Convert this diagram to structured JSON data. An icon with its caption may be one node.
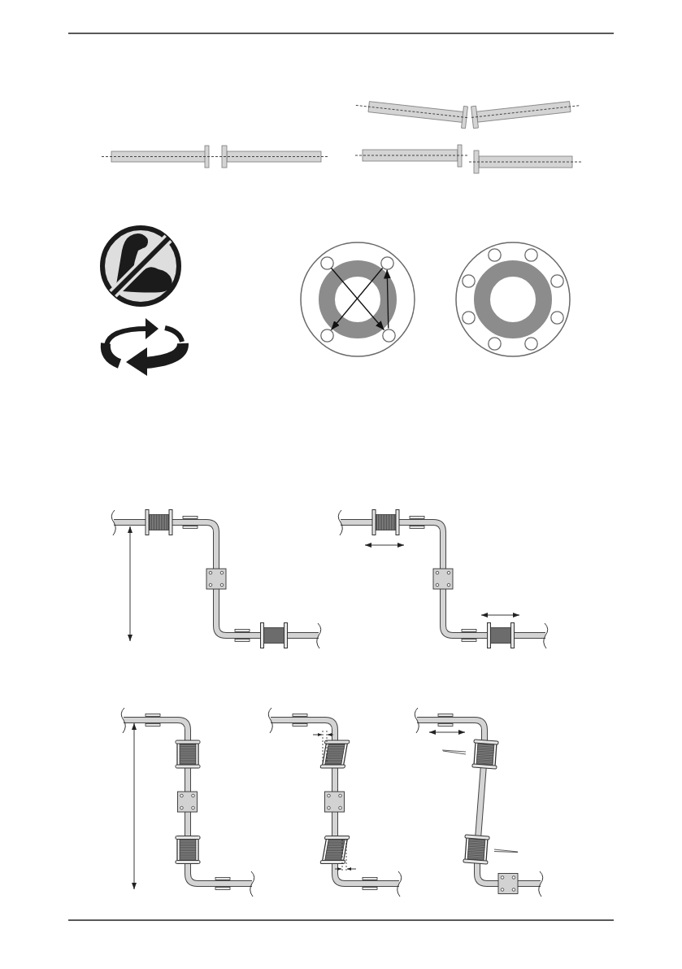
{
  "diagram": {
    "nodes": [
      {
        "text": [],
        "shape": "circle"
      },
      {
        "text": [],
        "shape": "circle"
      },
      {
        "text": [],
        "shape": "circle"
      },
      {
        "text": [],
        "shape": "circle"
      },
      {
        "text": [],
        "shape": "circle"
      },
      {
        "text": [],
        "shape": "circle"
      },
      {
        "text": [],
        "shape": "circle"
      },
      {
        "text": [],
        "shape": "circle"
      },
      {
        "text": [],
        "shape": "circle"
      },
      {
        "text": [],
        "shape": "circle"
      },
      {
        "text": [],
        "shape": "circle"
      },
      {
        "text": [],
        "shape": "circle"
      }
    ],
    "edges": [
      {
        "from": 0,
        "to": 3,
        "arrow": "to"
      },
      {
        "from": 3,
        "to": 1,
        "arrow": "to"
      },
      {
        "from": 1,
        "to": 2,
        "arrow": "to"
      }
    ]
  }
}
